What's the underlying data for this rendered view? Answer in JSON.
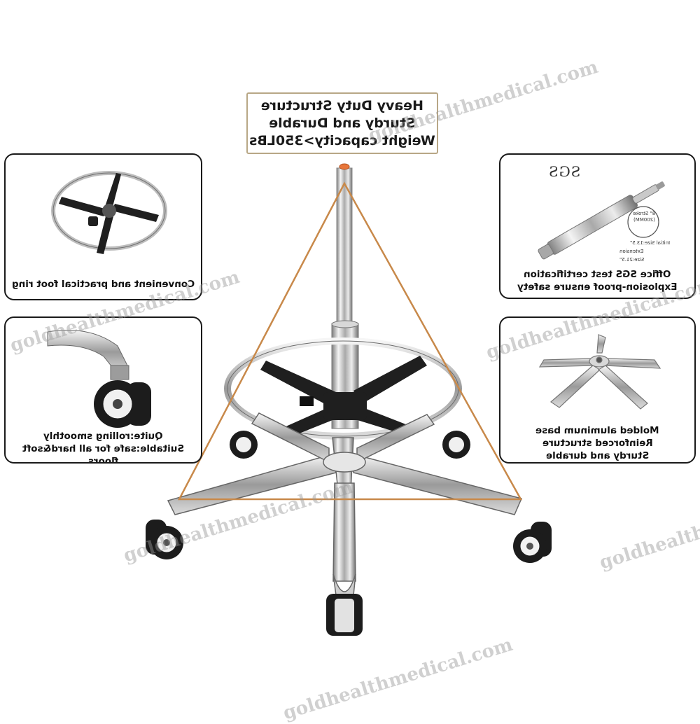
{
  "headline": {
    "line1": "Heavy Duty Structure",
    "line2": "Sturdy and Durable",
    "line3": "Weight capacity>350LBs"
  },
  "panels": {
    "foot_ring": {
      "caption": "Convenient and practical foot ring"
    },
    "gas_lift": {
      "caption1": "Office SGS test certification",
      "caption2": "Explosion-proof ensure safety",
      "logo": "SGS",
      "stroke_label": "8\" Stroke",
      "stroke_mm": "(200MM)",
      "initial_size": "Initial Size:13.5\"",
      "extension_size": "Extension Size:21.5\""
    },
    "casters": {
      "caption1": "Quite:rolling smoothly",
      "caption2": "Suitable:safe for all hard&soft floors"
    },
    "base": {
      "caption1": "Molded aluminum base",
      "caption2": "Reinforced structure",
      "caption3": "Sturdy and durable"
    }
  },
  "watermark": {
    "text": "goldhealthmedical.com"
  },
  "colors": {
    "triangle": "#c8894a",
    "border": "#1a1a1a",
    "headline_border": "#b8a786",
    "metal_light": "#f2f2f2",
    "metal_dark": "#8a8a8a",
    "black_part": "#1f1f1f"
  }
}
